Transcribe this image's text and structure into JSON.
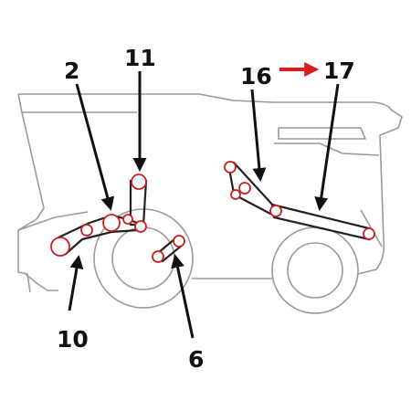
{
  "labels": {
    "l2": "2",
    "l11": "11",
    "l16": "16",
    "l17": "17",
    "l10": "10",
    "l6": "6"
  },
  "colors": {
    "outline": "#9a9a9a",
    "belt": "#222222",
    "pulley": "#cc1f1f",
    "arrow": "#111111",
    "highlight_arrow": "#e01b1b",
    "label": "#111111"
  }
}
